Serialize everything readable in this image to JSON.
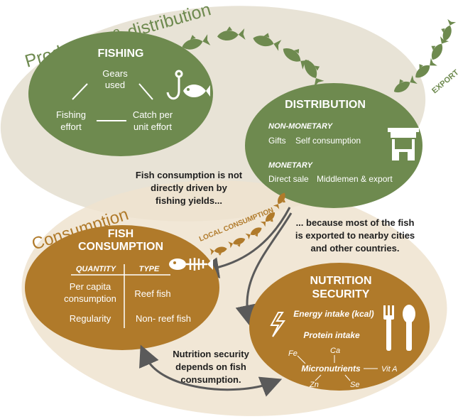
{
  "regions": {
    "production_title": "Production & distribution",
    "consumption_title": "Consumption"
  },
  "fishing": {
    "title": "FISHING",
    "gears_1": "Gears",
    "gears_2": "used",
    "effort_1": "Fishing",
    "effort_2": "effort",
    "cpue_1": "Catch per",
    "cpue_2": "unit effort"
  },
  "distribution": {
    "title": "DISTRIBUTION",
    "non_monetary": "NON-MONETARY",
    "gifts": "Gifts",
    "self_consumption": "Self consumption",
    "monetary": "MONETARY",
    "direct_sale": "Direct sale",
    "middlemen": "Middlemen & export"
  },
  "export_label": "EXPORT",
  "local_consumption_label": "LOCAL CONSUMPTION",
  "notes": {
    "yields_1": "Fish consumption is not",
    "yields_2": "directly driven by",
    "yields_3": "fishing yields...",
    "exported_1": "... because most of the fish",
    "exported_2": "is exported to nearby cities",
    "exported_3": "and other countries.",
    "nutrition_1": "Nutrition security",
    "nutrition_2": "depends on fish",
    "nutrition_3": "consumption."
  },
  "fish_consumption": {
    "title_1": "FISH",
    "title_2": "CONSUMPTION",
    "quantity": "QUANTITY",
    "type": "TYPE",
    "per_capita_1": "Per capita",
    "per_capita_2": "consumption",
    "reef_fish": "Reef fish",
    "regularity": "Regularity",
    "non_reef_fish": "Non- reef fish"
  },
  "nutrition": {
    "title_1": "NUTRITION",
    "title_2": "SECURITY",
    "energy": "Energy intake (kcal)",
    "protein": "Protein intake",
    "micronutrients": "Micronutrients",
    "fe": "Fe",
    "ca": "Ca",
    "vit_a": "Vit A",
    "zn": "Zn",
    "se": "Se"
  },
  "colors": {
    "green": "#6e8a4f",
    "brown": "#b07a2a",
    "beige": "#e8e3d6",
    "tan": "#efe3cf",
    "region_text_green": "#6e8a4f",
    "region_text_brown": "#b07a2a",
    "arrow": "#5a5a5a",
    "white": "#ffffff",
    "note_text": "#1e1e1e"
  },
  "icons": [
    "hook-fish-icon",
    "market-stall-icon",
    "fish-skeleton-icon",
    "lightning-icon",
    "fork-spoon-icon",
    "fish-chain-icon"
  ]
}
